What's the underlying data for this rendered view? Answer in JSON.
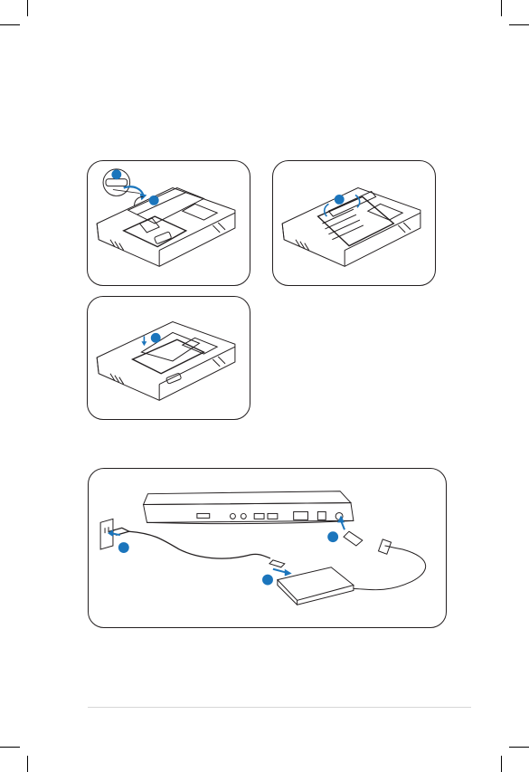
{
  "page": {
    "title": ""
  },
  "battery_removal_steps": [
    {
      "step": "1",
      "panel": "unlock-and-slide"
    },
    {
      "step": "2",
      "panel": "lift-battery"
    },
    {
      "step": "3",
      "panel": "insert-battery"
    }
  ],
  "power_connection": {
    "steps": [
      "1",
      "2",
      "3"
    ],
    "icons": [
      "power-outlet-icon",
      "power-cord-icon",
      "ac-adapter-icon",
      "laptop-side-icon"
    ]
  },
  "colors": {
    "accent": "#1b75bc",
    "line": "#231f20",
    "footer_rule": "#d6d6d6"
  }
}
